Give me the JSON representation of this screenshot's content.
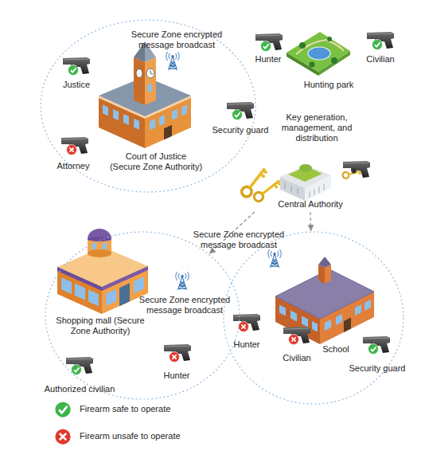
{
  "diagram": {
    "nodes": [
      {
        "text": [
          "Secure Zone encrypted message broadcast",
          "Justice",
          "Security guard",
          "Court of Justice (Secure Zone Authority)",
          "Attorney"
        ]
      },
      {
        "text": [
          "Hunter",
          "Civilian",
          "Hunting park"
        ]
      },
      {
        "text": [
          "Key generation, management, and distribution",
          "Central Authority"
        ]
      },
      {
        "text": [
          "Secure Zone encrypted message broadcast",
          "Shopping mall (Secure Zone Authority)",
          "Hunter",
          "Authorized civilian"
        ]
      },
      {
        "text": [
          "School",
          "Hunter",
          "Civilian",
          "Security guard"
        ]
      }
    ],
    "edges": [
      {
        "from": 2,
        "to": 3,
        "arrow": "to",
        "label": "Secure Zone encrypted message broadcast"
      },
      {
        "from": 2,
        "to": 4,
        "arrow": "to"
      }
    ],
    "legend": [
      {
        "text": "Firearm safe to operate"
      },
      {
        "text": "Firearm unsafe to operate"
      }
    ]
  }
}
